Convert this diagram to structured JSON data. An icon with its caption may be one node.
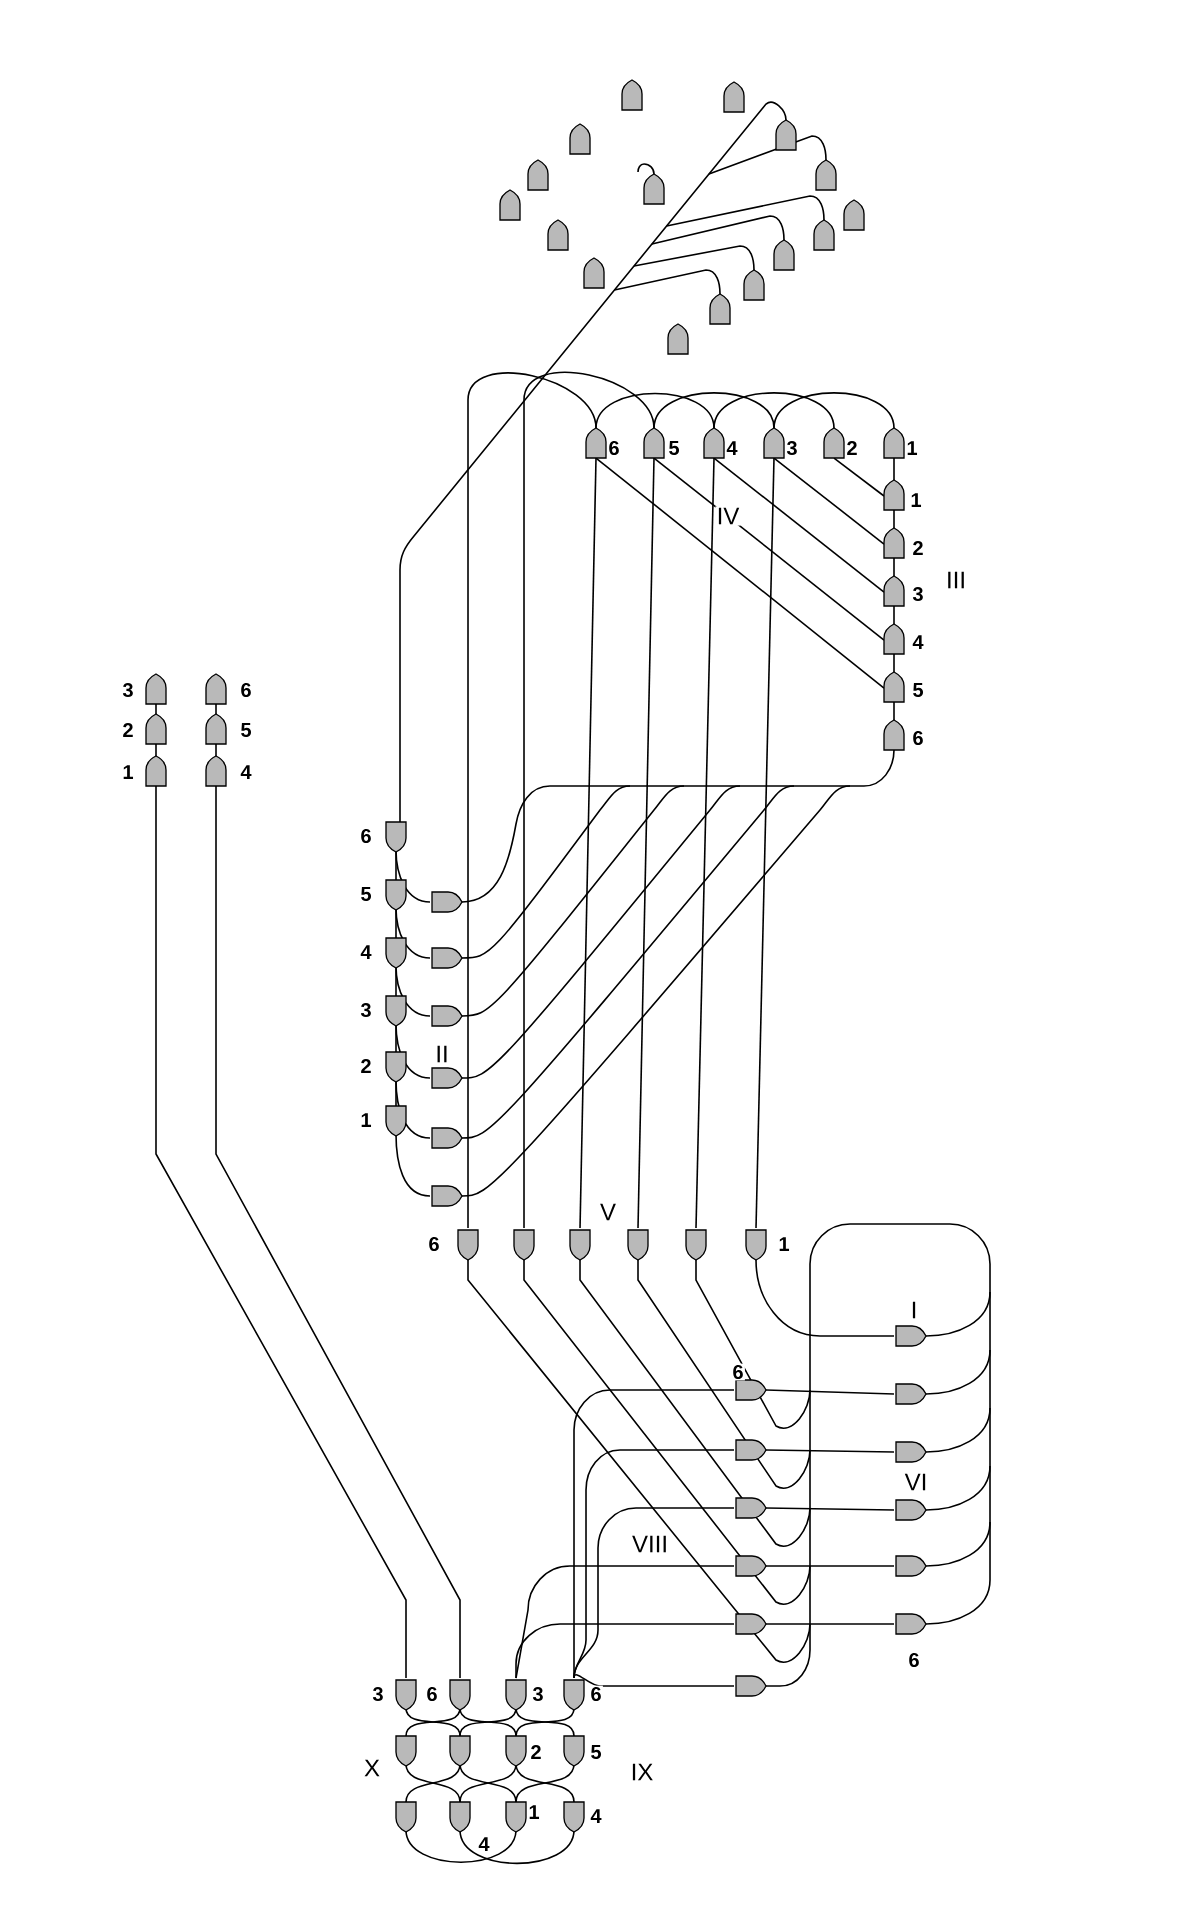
{
  "diagram": {
    "labels": [
      "6",
      "5",
      "4",
      "3",
      "2",
      "1",
      "1",
      "2",
      "3",
      "4",
      "5",
      "6",
      "IV",
      "III",
      "3",
      "6",
      "2",
      "5",
      "1",
      "4",
      "6",
      "5",
      "4",
      "3",
      "2",
      "1",
      "II",
      "V",
      "6",
      "1",
      "I",
      "6",
      "VI",
      "VIII",
      "6",
      "3",
      "6",
      "3",
      "6",
      "X",
      "2",
      "5",
      "IX",
      "1",
      "4",
      "4"
    ]
  }
}
